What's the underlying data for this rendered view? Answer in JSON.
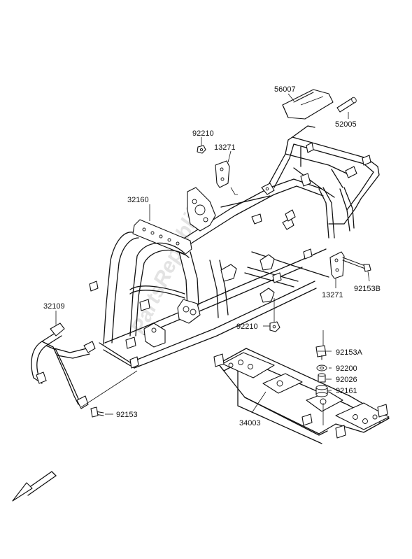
{
  "diagram": {
    "watermark": "PartsRepublik",
    "labels": {
      "p56007": "56007",
      "p52005": "52005",
      "p92210_top": "92210",
      "p13271_top": "13271",
      "p32160": "32160",
      "p13271_right": "13271",
      "p92153B": "92153B",
      "p32109": "32109",
      "p92210_mid": "92210",
      "p92153A": "92153A",
      "p92200": "92200",
      "p92026": "92026",
      "p92161": "92161",
      "p92153": "92153",
      "p34003": "34003"
    },
    "icons": {
      "direction_arrow": "front-direction-arrow-icon"
    }
  }
}
